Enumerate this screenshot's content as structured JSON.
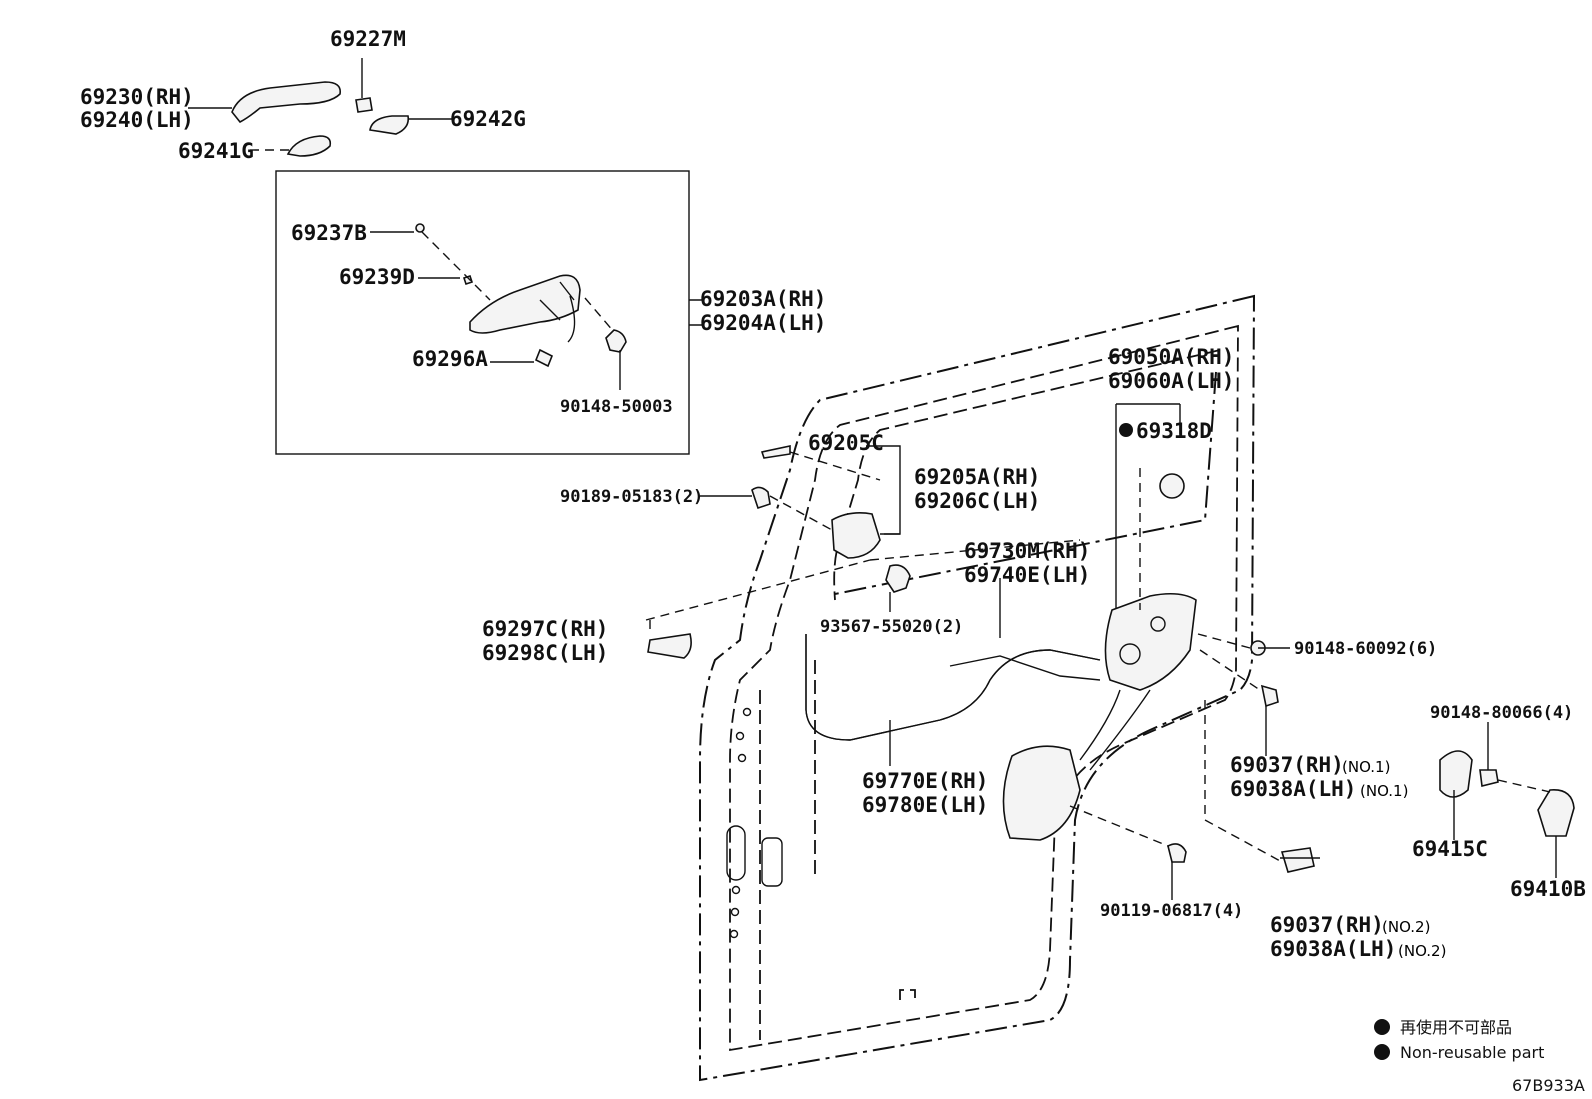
{
  "labels": {
    "p69227M": "69227M",
    "p69230": "69230(RH)",
    "p69240": "69240(LH)",
    "p69242G": "69242G",
    "p69241G": "69241G",
    "p69237B": "69237B",
    "p69239D": "69239D",
    "p69203A": "69203A(RH)",
    "p69204A": "69204A(LH)",
    "p69296A": "69296A",
    "p90148_50003": "90148-50003",
    "p69205C": "69205C",
    "p69205A": "69205A(RH)",
    "p69206C": "69206C(LH)",
    "p90189": "90189-05183(2)",
    "p93567": "93567-55020(2)",
    "p69297C": "69297C(RH)",
    "p69298C": "69298C(LH)",
    "p69050A": "69050A(RH)",
    "p69060A": "69060A(LH)",
    "p69318D": "69318D",
    "p69730M": "69730M(RH)",
    "p69740E": "69740E(LH)",
    "p90148_60092": "90148-60092(6)",
    "p69770E": "69770E(RH)",
    "p69780E": "69780E(LH)",
    "p69037_1": "69037(RH)",
    "p69037_1s": "(NO.1)",
    "p69038A_1": "69038A(LH)",
    "p69038A_1s": "(NO.1)",
    "p90148_80066": "90148-80066(4)",
    "p69415C": "69415C",
    "p69410B": "69410B",
    "p90119": "90119-06817(4)",
    "p69037_2": "69037(RH)",
    "p69037_2s": "(NO.2)",
    "p69038A_2": "69038A(LH)",
    "p69038A_2s": "(NO.2)"
  },
  "legend": {
    "line1": "再使用不可部品",
    "line2": "Non-reusable part"
  },
  "diagram_id": "67B933A"
}
